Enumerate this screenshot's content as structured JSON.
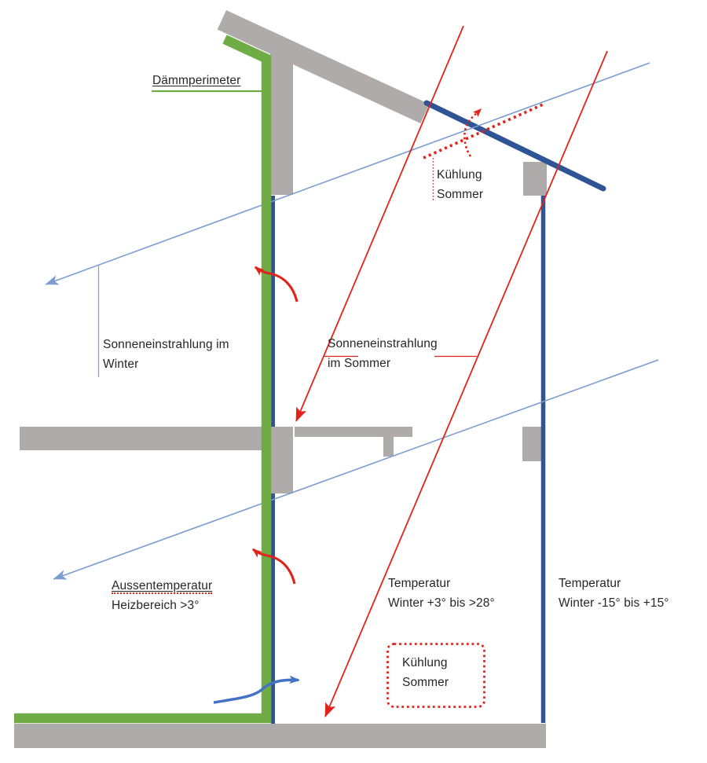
{
  "diagram": {
    "title": "Building section: solar radiation, insulation perimeter and temperatures",
    "labels": {
      "daemmperimeter": "Dämmperimeter",
      "kuehlung_sommer_top": [
        "Kühlung",
        "Sommer"
      ],
      "sonneneinstrahlung_winter": [
        "Sonneneinstrahlung im",
        "Winter"
      ],
      "sonneneinstrahlung_sommer": [
        "Sonneneinstrahlung",
        "im Sommer"
      ],
      "aussentemperatur": [
        "Aussentemperatur",
        "Heizbereich >3°"
      ],
      "temperatur_innen": [
        "Temperatur",
        "Winter +3° bis >28°"
      ],
      "temperatur_aussen": [
        "Temperatur",
        "Winter -15° bis +15°"
      ],
      "kuehlung_sommer_box": [
        "Kühlung",
        "Sommer"
      ]
    },
    "colors": {
      "insulation_green": "#6FAC46",
      "structure_gray": "#AFABAB",
      "glazing_blue": "#2F5496",
      "winter_ray_blue": "#7B9CD0",
      "air_arrow_blue": "#4472C4",
      "summer_red": "#E0241C",
      "text": "#262626"
    }
  }
}
